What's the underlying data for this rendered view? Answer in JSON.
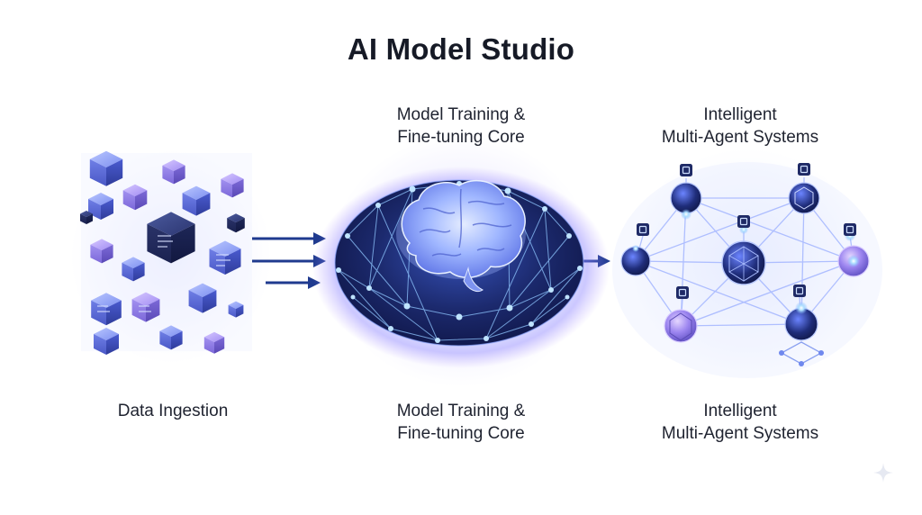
{
  "title": "AI Model Studio",
  "labels": {
    "core_top": [
      "Model Training &",
      "Fine-tuning Core"
    ],
    "agents_top": [
      "Intelligent",
      "Multi-Agent Systems"
    ],
    "data": "Data Ingestion",
    "core_bottom": [
      "Model Training &",
      "Fine-tuning Core"
    ],
    "agents_bottom": [
      "Intelligent",
      "Multi-Agent Systems"
    ]
  },
  "icons": {
    "data": "data-cubes-icon",
    "core": "brain-network-icon",
    "agents": "agent-network-icon",
    "flow": "arrow-right-icon",
    "watermark": "sparkle-icon"
  },
  "colors": {
    "accent_dark": "#1d2a6b",
    "accent_mid": "#3a56d8",
    "accent_light": "#8fb4ff",
    "purple": "#8a73f0",
    "arrow": "#1f3a8f"
  }
}
